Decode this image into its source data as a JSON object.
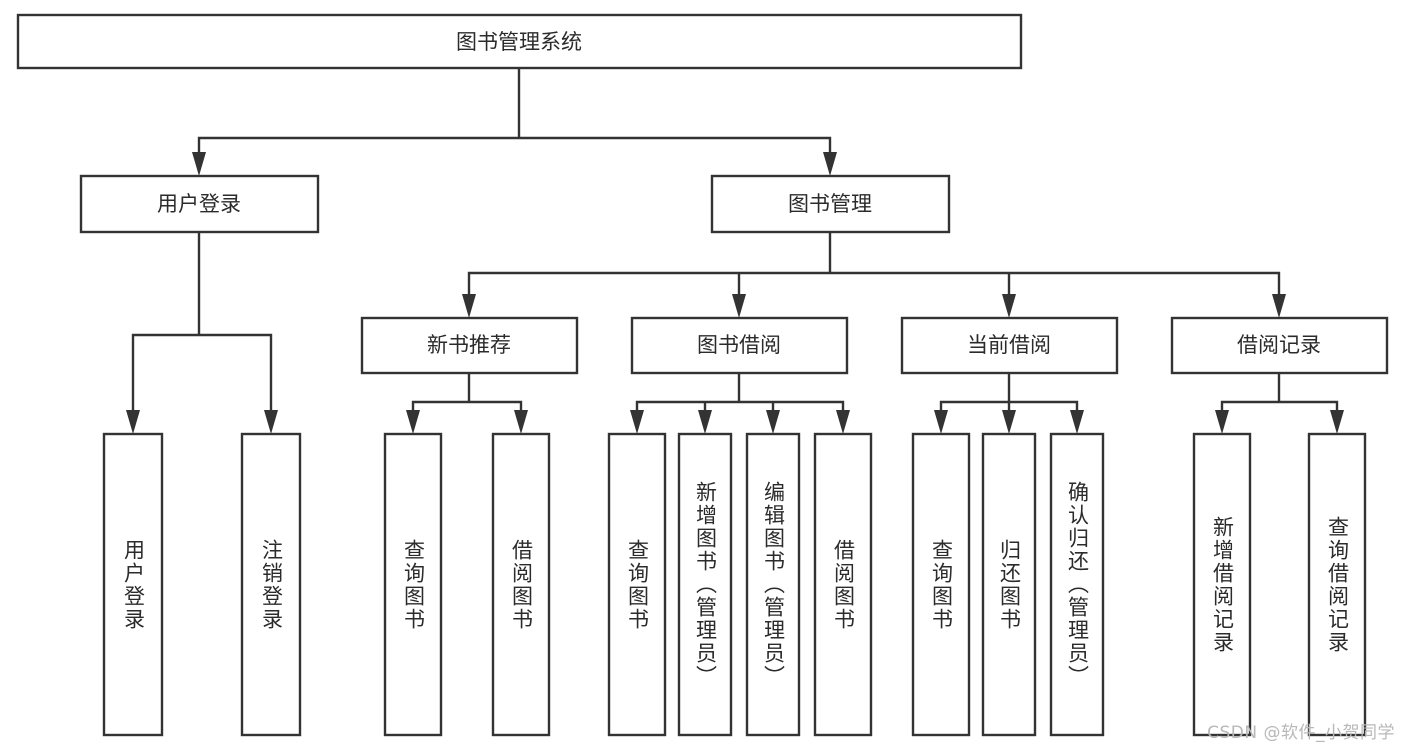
{
  "diagram": {
    "title": "图书管理系统",
    "type": "tree",
    "watermark": "CSDN @软件_小贺同学",
    "colors": {
      "box_fill": "#ffffff",
      "box_stroke": "#333333",
      "text": "#2b2b2b",
      "background": "#ffffff",
      "watermark": "#b8b8b8"
    },
    "nodes": {
      "root": {
        "label": "图书管理系统",
        "orientation": "horizontal"
      },
      "level1": [
        {
          "label": "用户登录",
          "orientation": "horizontal"
        },
        {
          "label": "图书管理",
          "orientation": "horizontal"
        }
      ],
      "level2": [
        {
          "label": "新书推荐",
          "orientation": "horizontal"
        },
        {
          "label": "图书借阅",
          "orientation": "horizontal"
        },
        {
          "label": "当前借阅",
          "orientation": "horizontal"
        },
        {
          "label": "借阅记录",
          "orientation": "horizontal"
        }
      ],
      "leaves": {
        "user_login": [
          {
            "label": "用户登录",
            "orientation": "vertical"
          },
          {
            "label": "注销登录",
            "orientation": "vertical"
          }
        ],
        "new_book_recommend": [
          {
            "label": "查询图书",
            "orientation": "vertical"
          },
          {
            "label": "借阅图书",
            "orientation": "vertical"
          }
        ],
        "book_borrow": [
          {
            "label": "查询图书",
            "orientation": "vertical"
          },
          {
            "label": "新增图书（管理员）",
            "orientation": "vertical"
          },
          {
            "label": "编辑图书（管理员）",
            "orientation": "vertical"
          },
          {
            "label": "借阅图书",
            "orientation": "vertical"
          }
        ],
        "current_borrow": [
          {
            "label": "查询图书",
            "orientation": "vertical"
          },
          {
            "label": "归还图书",
            "orientation": "vertical"
          },
          {
            "label": "确认归还（管理员）",
            "orientation": "vertical"
          }
        ],
        "borrow_record": [
          {
            "label": "新增借阅记录",
            "orientation": "vertical"
          },
          {
            "label": "查询借阅记录",
            "orientation": "vertical"
          }
        ]
      }
    },
    "edges": [
      {
        "from": "图书管理系统",
        "to": "用户登录"
      },
      {
        "from": "图书管理系统",
        "to": "图书管理"
      },
      {
        "from": "用户登录",
        "to": "用户登录"
      },
      {
        "from": "用户登录",
        "to": "注销登录"
      },
      {
        "from": "图书管理",
        "to": "新书推荐"
      },
      {
        "from": "图书管理",
        "to": "图书借阅"
      },
      {
        "from": "图书管理",
        "to": "当前借阅"
      },
      {
        "from": "图书管理",
        "to": "借阅记录"
      },
      {
        "from": "新书推荐",
        "to": "查询图书"
      },
      {
        "from": "新书推荐",
        "to": "借阅图书"
      },
      {
        "from": "图书借阅",
        "to": "查询图书"
      },
      {
        "from": "图书借阅",
        "to": "新增图书（管理员）"
      },
      {
        "from": "图书借阅",
        "to": "编辑图书（管理员）"
      },
      {
        "from": "图书借阅",
        "to": "借阅图书"
      },
      {
        "from": "当前借阅",
        "to": "查询图书"
      },
      {
        "from": "当前借阅",
        "to": "归还图书"
      },
      {
        "from": "当前借阅",
        "to": "确认归还（管理员）"
      },
      {
        "from": "借阅记录",
        "to": "新增借阅记录"
      },
      {
        "from": "借阅记录",
        "to": "查询借阅记录"
      }
    ]
  }
}
